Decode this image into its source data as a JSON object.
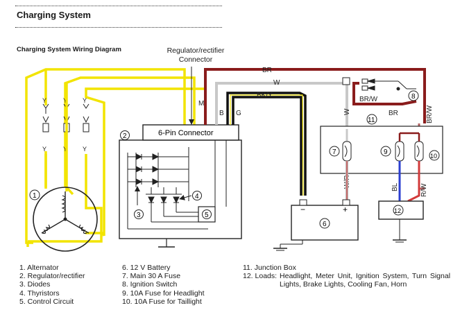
{
  "header": {
    "title": "Charging System"
  },
  "diagram": {
    "title": "Charging System Wiring Diagram",
    "regulator_label_line1": "Regulator/rectifier",
    "regulator_label_line2": "Connector",
    "connector_label": "6-Pin Connector",
    "wire_labels": {
      "br": "BR",
      "w": "W",
      "bkY": "BK/Y",
      "m": "M",
      "b": "B",
      "g": "G",
      "y": "Y",
      "brW": "BR/W",
      "br2": "BR",
      "brW2": "BR/W",
      "w2": "W",
      "wR": "W/R",
      "bl": "BL",
      "rW": "R/W"
    },
    "battery_minus": "−",
    "battery_plus": "+",
    "callouts": [
      "1",
      "2",
      "3",
      "4",
      "5",
      "6",
      "7",
      "8",
      "9",
      "10",
      "11",
      "12"
    ]
  },
  "legend": {
    "col1": [
      "1.  Alternator",
      "2.  Regulator/rectifier",
      "3.  Diodes",
      "4.  Thyristors",
      "5.  Control Circuit"
    ],
    "col2": [
      "6.  12 V Battery",
      "7.  Main 30 A Fuse",
      "8.  Ignition Switch",
      "9.  10A Fuse for Headlight",
      "10.  10A Fuse for Taillight"
    ],
    "col3_item11": "11.  Junction Box",
    "col3_item12_num": "12.  Loads:",
    "col3_item12_text": "Headlight, Meter Unit, Ignition System, Turn Signal Lights, Brake Lights, Cooling Fan, Horn"
  },
  "colors": {
    "yellow": "#f2e400",
    "brown": "#8a1c1c",
    "white_wire": "#c8c8c8",
    "black_wire": "#111111",
    "blue": "#2b3fd0",
    "red": "#d23a3a",
    "outline": "#222222"
  }
}
